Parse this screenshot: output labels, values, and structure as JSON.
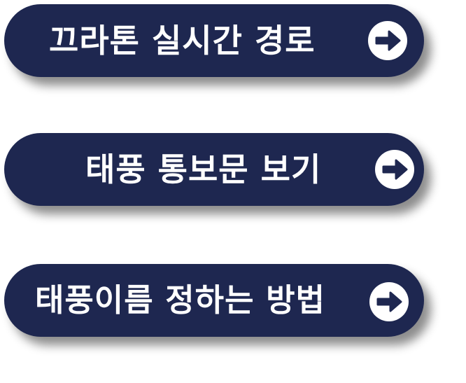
{
  "buttons": [
    {
      "label": "끄라톤 실시간 경로",
      "icon": "arrow-right-circle-icon"
    },
    {
      "label": "태풍 통보문 보기",
      "icon": "arrow-right-circle-icon"
    },
    {
      "label": "태풍이름 정하는 방법",
      "icon": "arrow-right-circle-icon"
    }
  ],
  "colors": {
    "button_bg": "#1e2750",
    "button_text": "#ffffff",
    "icon_bg": "#ffffff",
    "icon_fg": "#1e2750"
  }
}
